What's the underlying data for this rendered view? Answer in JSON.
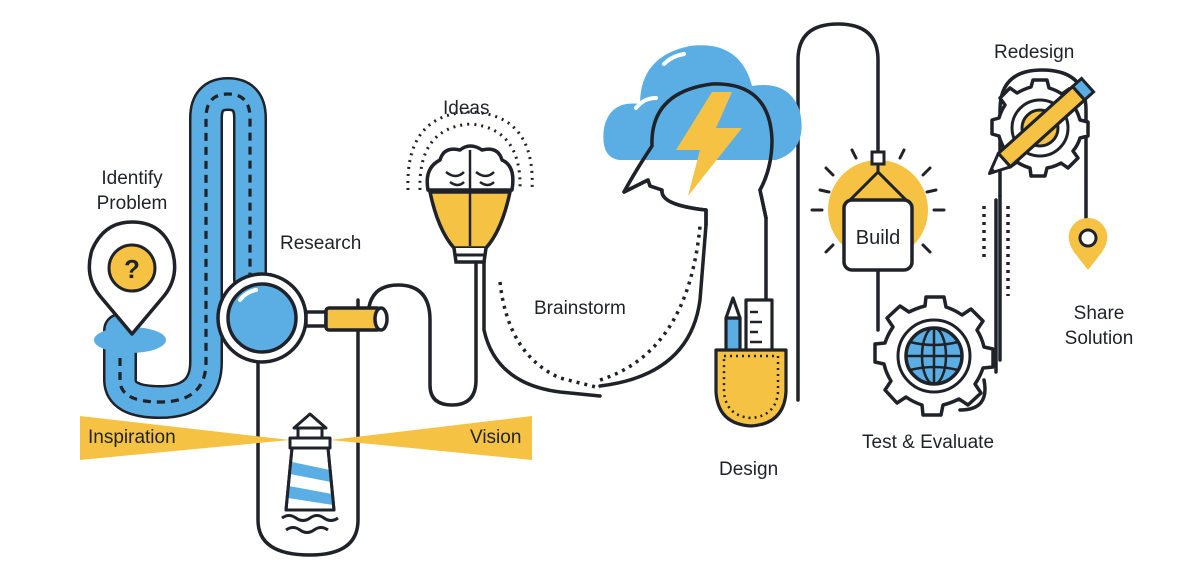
{
  "colors": {
    "ink": "#1f2329",
    "blue": "#5aaee3",
    "yellow": "#f6c244",
    "white": "#ffffff"
  },
  "icons": [
    "map-pin-question-icon",
    "magnifier-icon",
    "lighthouse-icon",
    "lightbulb-brain-icon",
    "head-cloud-lightning-icon",
    "pocket-ruler-pencil-icon",
    "crane-hook-box-icon",
    "globe-gear-icon",
    "gear-pencil-icon",
    "location-pin-icon"
  ],
  "labels": {
    "identify_problem": "Identify\nProblem",
    "research": "Research",
    "ideas": "Ideas",
    "brainstorm": "Brainstorm",
    "inspiration": "Inspiration",
    "vision": "Vision",
    "design": "Design",
    "build": "Build",
    "test_evaluate": "Test & Evaluate",
    "redesign": "Redesign",
    "share_solution": "Share\nSolution"
  }
}
